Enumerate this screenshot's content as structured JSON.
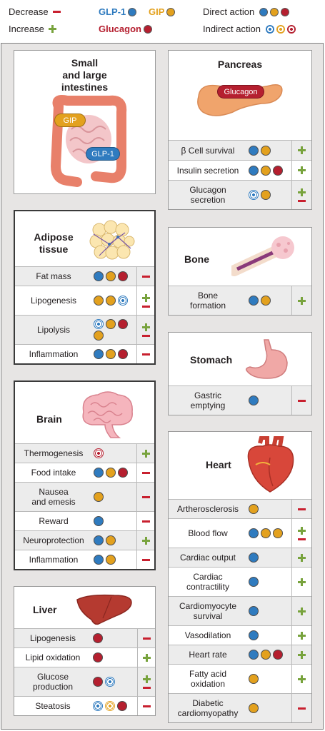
{
  "legend": {
    "decrease": "Decrease",
    "increase": "Increase",
    "glp1": "GLP-1",
    "gip": "GIP",
    "glucagon": "Glucagon",
    "direct": "Direct action",
    "indirect": "Indirect action"
  },
  "colors": {
    "glp1": "#2f7bbf",
    "gip": "#e3a11e",
    "glucagon": "#b51f2f",
    "increase": "#78a33d",
    "decrease": "#c8202f",
    "background": "#e7e5e4"
  },
  "organs": {
    "intestines": {
      "title": "Small\nand large\nintestines",
      "gip_label": "GIP",
      "glp1_label": "GLP-1",
      "icon": "intestines-icon"
    },
    "pancreas": {
      "title": "Pancreas",
      "glucagon_label": "Glucagon",
      "icon": "pancreas-icon",
      "rows": [
        {
          "label": "β Cell survival",
          "dots": [
            "glp1",
            "gip"
          ],
          "effects": [
            "+"
          ]
        },
        {
          "label": "Insulin secretion",
          "dots": [
            "glp1",
            "gip",
            "glucagon"
          ],
          "effects": [
            "+"
          ]
        },
        {
          "label": "Glucagon\nsecretion",
          "dots": [
            "glp1-i",
            "gip"
          ],
          "effects": [
            "+",
            "-"
          ]
        }
      ]
    },
    "adipose": {
      "title": "Adipose\ntissue",
      "icon": "adipose-tissue-icon",
      "rows": [
        {
          "label": "Fat mass",
          "dots": [
            "glp1",
            "gip",
            "glucagon"
          ],
          "effects": [
            "-"
          ]
        },
        {
          "label": "Lipogenesis",
          "dots": [
            "gip",
            "gip",
            "glp1-i"
          ],
          "effects": [
            "+",
            "-"
          ]
        },
        {
          "label": "Lipolysis",
          "dots": [
            "glp1-i",
            "gip",
            "glucagon",
            "gip"
          ],
          "effects": [
            "+",
            "-"
          ]
        },
        {
          "label": "Inflammation",
          "dots": [
            "glp1",
            "gip",
            "glucagon"
          ],
          "effects": [
            "-"
          ]
        }
      ]
    },
    "bone": {
      "title": "Bone",
      "icon": "bone-icon",
      "rows": [
        {
          "label": "Bone\nformation",
          "dots": [
            "glp1",
            "gip"
          ],
          "effects": [
            "+"
          ]
        }
      ]
    },
    "stomach": {
      "title": "Stomach",
      "icon": "stomach-icon",
      "rows": [
        {
          "label": "Gastric\nemptying",
          "dots": [
            "glp1"
          ],
          "effects": [
            "-"
          ]
        }
      ]
    },
    "brain": {
      "title": "Brain",
      "icon": "brain-icon",
      "rows": [
        {
          "label": "Thermogenesis",
          "dots": [
            "glucagon-i"
          ],
          "effects": [
            "+"
          ]
        },
        {
          "label": "Food intake",
          "dots": [
            "glp1",
            "gip",
            "glucagon"
          ],
          "effects": [
            "-"
          ]
        },
        {
          "label": "Nausea\nand emesis",
          "dots": [
            "gip"
          ],
          "effects": [
            "-"
          ]
        },
        {
          "label": "Reward",
          "dots": [
            "glp1"
          ],
          "effects": [
            "-"
          ]
        },
        {
          "label": "Neuroprotection",
          "dots": [
            "glp1",
            "gip"
          ],
          "effects": [
            "+"
          ]
        },
        {
          "label": "Inflammation",
          "dots": [
            "glp1",
            "gip"
          ],
          "effects": [
            "-"
          ]
        }
      ]
    },
    "heart": {
      "title": "Heart",
      "icon": "heart-icon",
      "rows": [
        {
          "label": "Artherosclerosis",
          "dots": [
            "gip"
          ],
          "effects": [
            "-"
          ]
        },
        {
          "label": "Blood flow",
          "dots": [
            "glp1",
            "gip",
            "gip"
          ],
          "effects": [
            "+",
            "-"
          ]
        },
        {
          "label": "Cardiac output",
          "dots": [
            "glp1"
          ],
          "effects": [
            "+"
          ]
        },
        {
          "label": "Cardiac\ncontractility",
          "dots": [
            "glp1"
          ],
          "effects": [
            "+"
          ]
        },
        {
          "label": "Cardiomyocyte\nsurvival",
          "dots": [
            "glp1"
          ],
          "effects": [
            "+"
          ]
        },
        {
          "label": "Vasodilation",
          "dots": [
            "glp1"
          ],
          "effects": [
            "+"
          ]
        },
        {
          "label": "Heart rate",
          "dots": [
            "glp1",
            "gip",
            "glucagon"
          ],
          "effects": [
            "+"
          ]
        },
        {
          "label": "Fatty acid\noxidation",
          "dots": [
            "gip"
          ],
          "effects": [
            "+"
          ]
        },
        {
          "label": "Diabetic\ncardiomyopathy",
          "dots": [
            "gip"
          ],
          "effects": [
            "-"
          ]
        }
      ]
    },
    "liver": {
      "title": "Liver",
      "icon": "liver-icon",
      "rows": [
        {
          "label": "Lipogenesis",
          "dots": [
            "glucagon"
          ],
          "effects": [
            "-"
          ]
        },
        {
          "label": "Lipid oxidation",
          "dots": [
            "glucagon"
          ],
          "effects": [
            "+"
          ]
        },
        {
          "label": "Glucose\nproduction",
          "dots": [
            "glucagon",
            "glp1-i"
          ],
          "effects": [
            "+",
            "-"
          ]
        },
        {
          "label": "Steatosis",
          "dots": [
            "glp1-i",
            "gip-i",
            "glucagon"
          ],
          "effects": [
            "-"
          ]
        }
      ]
    }
  }
}
